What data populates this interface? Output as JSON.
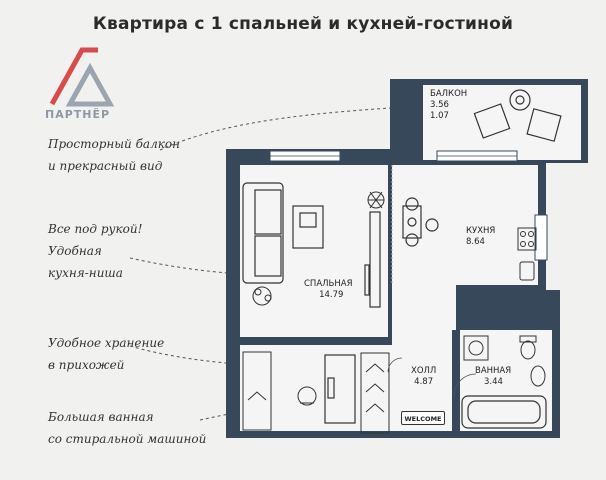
{
  "title": "Квартира с 1 спальней и кухней-гостиной",
  "logo": {
    "brand": "ПАРТНЁР",
    "icon": "partner-logo-icon",
    "color": "#d84b4b"
  },
  "notes": [
    {
      "line1": "Просторный балкон",
      "line2": "и прекрасный вид"
    },
    {
      "line1": "Все под рукой!",
      "line2": "Удобная",
      "line3": "кухня-ниша"
    },
    {
      "line1": "Удобное хранение",
      "line2": "в прихожей"
    },
    {
      "line1": "Большая ванная",
      "line2": "со стиральной машиной"
    }
  ],
  "rooms": {
    "balcony": {
      "name": "БАЛКОН",
      "area": "3.56",
      "area2": "1.07"
    },
    "kitchen": {
      "name": "КУХНЯ",
      "area": "8.64"
    },
    "bedroom": {
      "name": "СПАЛЬНАЯ",
      "area": "14.79"
    },
    "hall": {
      "name": "ХОЛЛ",
      "area": "4.87"
    },
    "bathroom": {
      "name": "ВАННАЯ",
      "area": "3.44"
    }
  },
  "doormat": "WELCOME",
  "colors": {
    "wall": "#36485a",
    "floor": "#f5f5f5",
    "dashed": "#555555"
  }
}
